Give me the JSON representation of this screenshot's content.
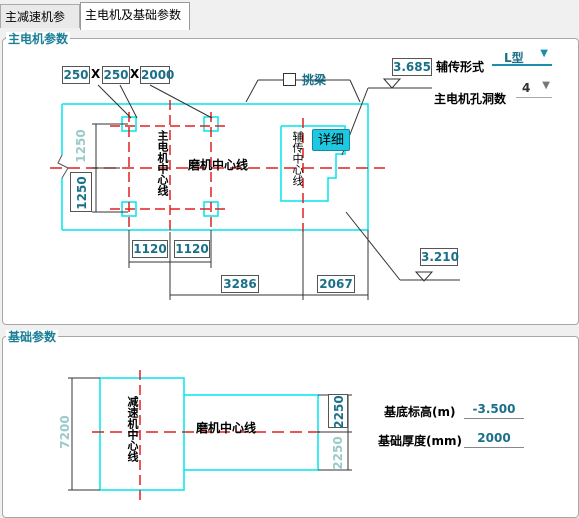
{
  "tabs": [
    {
      "label": "主减速机参数",
      "active": false
    },
    {
      "label": "主电机及基础参数",
      "active": true
    }
  ],
  "motor_panel": {
    "title": "主电机参数",
    "dims": {
      "a": "250",
      "x1": "X",
      "b": "250",
      "x2": "X",
      "c": "2000"
    },
    "beam_label": "挑梁",
    "level_top": "3.685",
    "level_bottom": "3.210",
    "aux_form_label": "辅传形式",
    "aux_form_value": "L型",
    "holes_label": "主电机孔洞数",
    "holes_value": "4",
    "detail_button": "详细",
    "mill_center": "磨机中心线",
    "motor_center": "主电机中心线",
    "aux_center": "辅传中心线",
    "left_dim_upper": "1250",
    "left_dim_lower": "1250",
    "bottom_dim_1": "1120",
    "bottom_dim_2": "1120",
    "bottom_dim_3": "3286",
    "bottom_dim_4": "2067"
  },
  "foundation_panel": {
    "title": "基础参数",
    "height_total": "7200",
    "reducer_center": "减速机中心线",
    "mill_center": "磨机中心线",
    "right_dim_upper": "2250",
    "right_dim_lower": "2250",
    "base_level_label": "基底标高(m)",
    "base_level_value": "-3.500",
    "thickness_label": "基础厚度(mm)",
    "thickness_value": "2000"
  },
  "colors": {
    "cyan": "#00e5ee",
    "red": "#e02020",
    "teal": "#1a7088"
  }
}
